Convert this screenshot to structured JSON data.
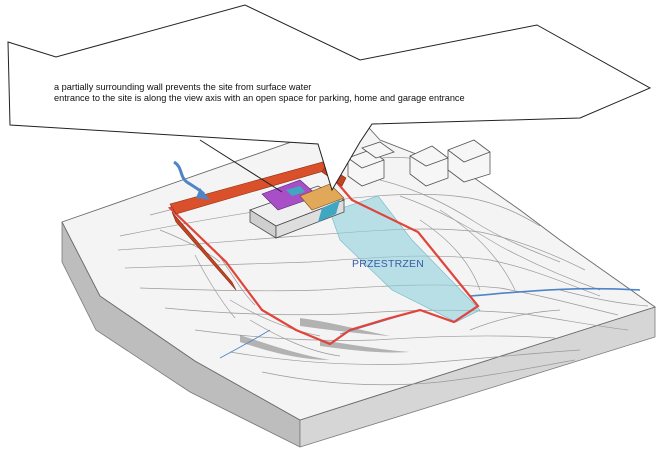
{
  "callout": {
    "line1": "a partially surrounding wall prevents the site from surface water",
    "line2": "entrance to the site is along the view axis with an open space for parking, home and garage entrance"
  },
  "open_space_label": "PRZESTRZEN",
  "colors": {
    "boundary": "#e0443a",
    "wall": "#d9502a",
    "open_space": "#8fd0dc",
    "building_purple": "#a84fc8",
    "building_orange": "#e2a85a",
    "water_arrow": "#4f84c6",
    "terrain_fill": "#f2f2f2",
    "terrain_side": "#c8c8c8",
    "contour": "#9a9a9a"
  }
}
